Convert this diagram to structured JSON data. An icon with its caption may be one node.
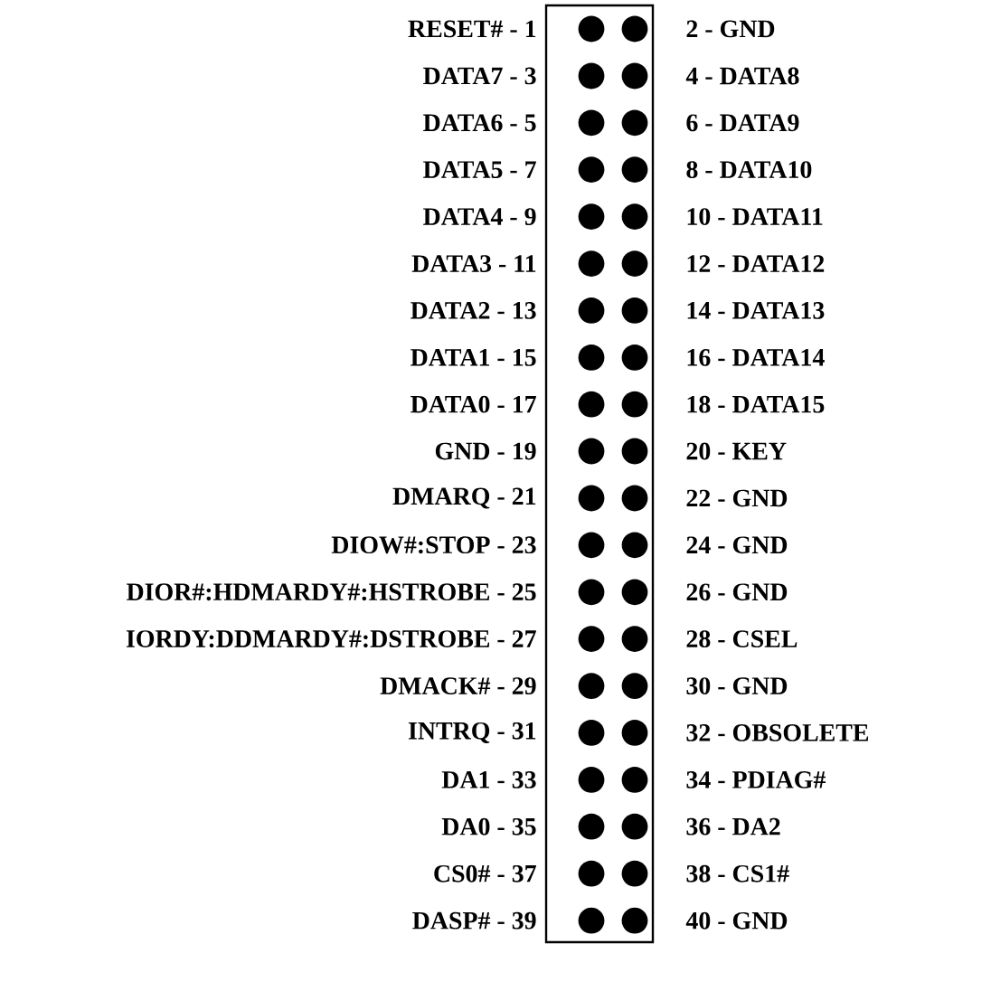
{
  "diagram": {
    "labels": [
      "RESET# - 1",
      "2 - GND",
      "DATA7 - 3",
      "4 - DATA8",
      "DATA6 - 5",
      "6 - DATA9",
      "DATA5 - 7",
      "8 - DATA10",
      "DATA4 - 9",
      "10 - DATA11",
      "DATA3 - 11",
      "12 - DATA12",
      "DATA2 - 13",
      "14 - DATA13",
      "DATA1 - 15",
      "16 - DATA14",
      "DATA0 - 17",
      "18 - DATA15",
      "GND - 19",
      "20 - KEY",
      "DMARQ - 21",
      "22 - GND",
      "DIOW#:STOP - 23",
      "24 - GND",
      "DIOR#:HDMARDY#:HSTROBE - 25",
      "26 - GND",
      "IORDY:DDMARDY#:DSTROBE - 27",
      "28 - CSEL",
      "DMACK# - 29",
      "30 - GND",
      "INTRQ - 31",
      "32 - OBSOLETE",
      "DA1 - 33",
      "34 - PDIAG#",
      "DA0 - 35",
      "36 - DA2",
      "CS0# - 37",
      "38 - CS1#",
      "DASP# - 39",
      "40 - GND"
    ]
  }
}
